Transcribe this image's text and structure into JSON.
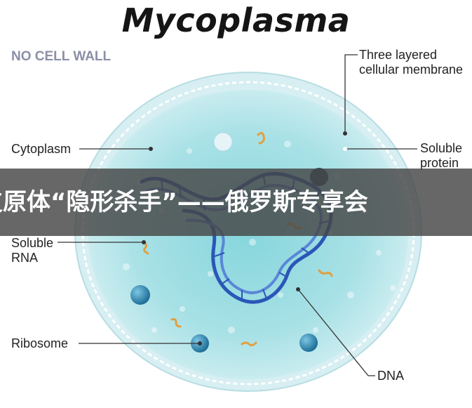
{
  "title": "Mycoplasma",
  "note": "NO CELL WALL",
  "labels": {
    "membrane_line1": "Three layered",
    "membrane_line2": "cellular membrane",
    "cytoplasm": "Cytoplasm",
    "soluble_protein_line1": "Soluble",
    "soluble_protein_line2": "protein",
    "soluble_rna_line1": "Soluble",
    "soluble_rna_line2": "RNA",
    "ribosome": "Ribosome",
    "dna": "DNA"
  },
  "banner": "支原体“隐形杀手”——俄罗斯专享会",
  "colors": {
    "cell_outer": "#d4eef1",
    "cell_inner": "#9fdde4",
    "dna": "#2b56b8",
    "ribosome": "#2a8fb8",
    "rna": "#e0a040"
  }
}
